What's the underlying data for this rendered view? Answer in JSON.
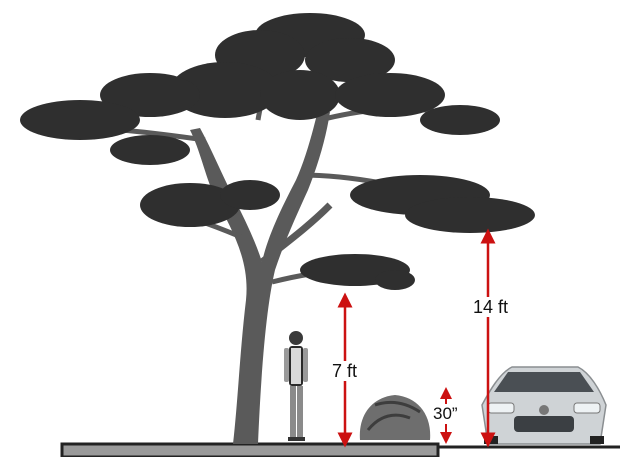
{
  "clearances": {
    "pedestrian": {
      "label": "7 ft"
    },
    "vehicle": {
      "label": "14 ft"
    },
    "shrub": {
      "label": "30”"
    }
  },
  "colors": {
    "arrow": "#cc1111",
    "foliage": "#2f2f2f",
    "trunk": "#5a5a5a",
    "curb_fill": "#9a9a9a",
    "road_line": "#222222",
    "car": "#cfd3d6",
    "shrub": "#6e6e6e"
  },
  "icons": [
    "tree-icon",
    "person-icon",
    "shrub-icon",
    "car-icon"
  ]
}
